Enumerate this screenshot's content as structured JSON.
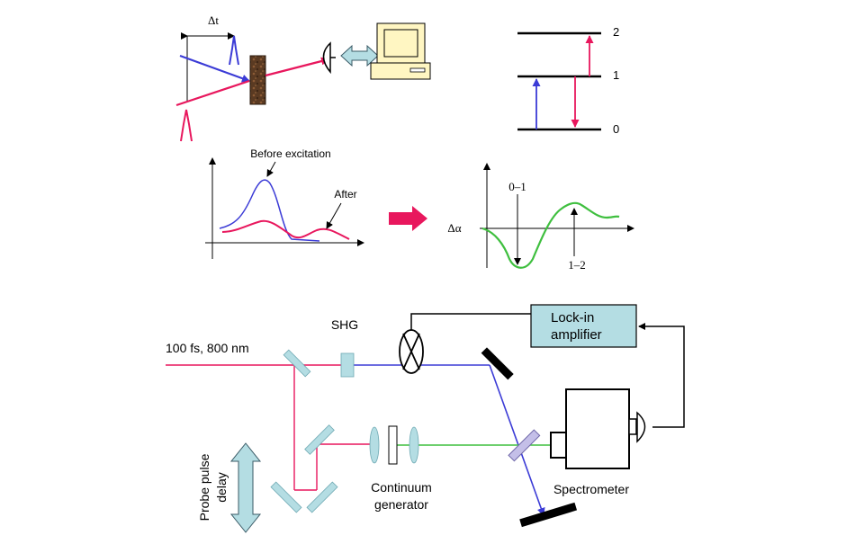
{
  "colors": {
    "red": "#e8175d",
    "blue": "#3b3bd6",
    "green": "#3fbf3f",
    "cyan_box": "#b4dde3",
    "computer": "#fff6c2",
    "sample": "#5a3a22"
  },
  "pump_probe": {
    "delay_label": "Δt"
  },
  "energy_levels": {
    "levels": [
      "2",
      "1",
      "0"
    ]
  },
  "absorption_plot": {
    "before_label": "Before excitation",
    "after_label": "After"
  },
  "difference_plot": {
    "y_label": "Δα",
    "peak_01_label": "0–1",
    "peak_12_label": "1–2"
  },
  "setup": {
    "laser_label": "100 fs, 800 nm",
    "shg_label": "SHG",
    "lockin_line1": "Lock-in",
    "lockin_line2": "amplifier",
    "continuum_line1": "Continuum",
    "continuum_line2": "generator",
    "spectrometer_label": "Spectrometer",
    "delay_line1": "Probe pulse",
    "delay_line2": "delay"
  }
}
